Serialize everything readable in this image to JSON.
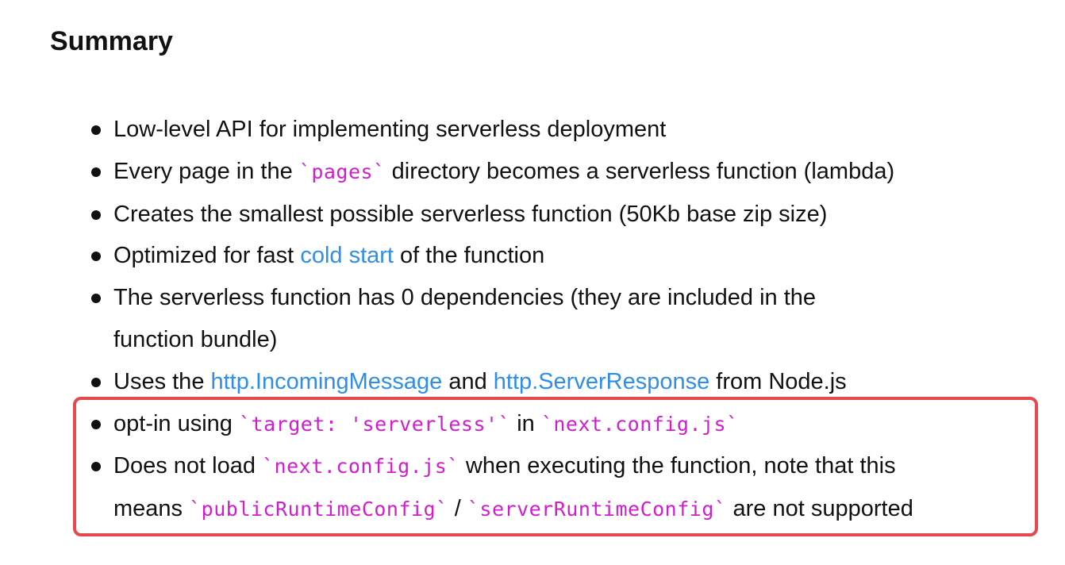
{
  "heading": "Summary",
  "items": [
    {
      "lines": [
        [
          {
            "t": "text",
            "v": "Low-level API for implementing serverless deployment"
          }
        ]
      ]
    },
    {
      "lines": [
        [
          {
            "t": "text",
            "v": "Every page in the "
          },
          {
            "t": "code",
            "v": "`pages`"
          },
          {
            "t": "text",
            "v": " directory becomes a serverless function (lambda)"
          }
        ]
      ]
    },
    {
      "lines": [
        [
          {
            "t": "text",
            "v": "Creates the smallest possible serverless function (50Kb base zip size)"
          }
        ]
      ]
    },
    {
      "lines": [
        [
          {
            "t": "text",
            "v": "Optimized for fast "
          },
          {
            "t": "link",
            "v": "cold start"
          },
          {
            "t": "text",
            "v": " of the function"
          }
        ]
      ]
    },
    {
      "lines": [
        [
          {
            "t": "text",
            "v": "The serverless function has 0 dependencies (they are included in the"
          }
        ],
        [
          {
            "t": "text",
            "v": "function bundle)"
          }
        ]
      ]
    },
    {
      "lines": [
        [
          {
            "t": "text",
            "v": "Uses the "
          },
          {
            "t": "link",
            "v": "http.IncomingMessage"
          },
          {
            "t": "text",
            "v": " and "
          },
          {
            "t": "link",
            "v": "http.ServerResponse"
          },
          {
            "t": "text",
            "v": " from Node.js"
          }
        ]
      ]
    },
    {
      "lines": [
        [
          {
            "t": "text",
            "v": "opt-in using "
          },
          {
            "t": "code",
            "v": "`target: 'serverless'`"
          },
          {
            "t": "text",
            "v": " in "
          },
          {
            "t": "code",
            "v": "`next.config.js`"
          }
        ]
      ]
    },
    {
      "lines": [
        [
          {
            "t": "text",
            "v": "Does not load "
          },
          {
            "t": "code",
            "v": "`next.config.js`"
          },
          {
            "t": "text",
            "v": " when executing the function, note that this"
          }
        ],
        [
          {
            "t": "text",
            "v": "means "
          },
          {
            "t": "code",
            "v": "`publicRuntimeConfig`"
          },
          {
            "t": "text",
            "v": " / "
          },
          {
            "t": "code",
            "v": "`serverRuntimeConfig`"
          },
          {
            "t": "text",
            "v": " are not supported"
          }
        ]
      ]
    }
  ],
  "colors": {
    "text": "#111111",
    "code": "#d21cd2",
    "link": "#2f8fe8",
    "highlight_border": "#e5484d"
  }
}
